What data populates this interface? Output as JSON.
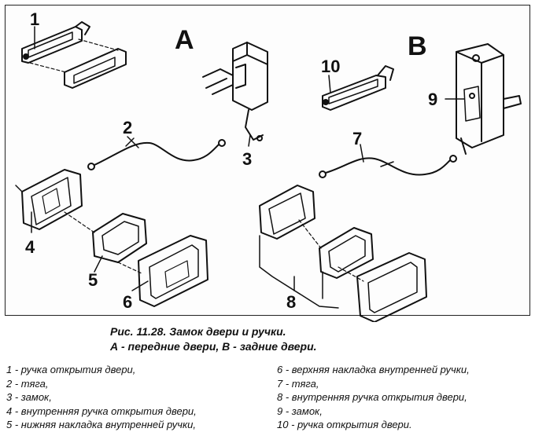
{
  "figure": {
    "section_labels": {
      "a": "A",
      "b": "B"
    },
    "part_labels": [
      "1",
      "2",
      "3",
      "4",
      "5",
      "6",
      "7",
      "8",
      "9",
      "10"
    ]
  },
  "caption": {
    "line1": "Рис. 11.28. Замок двери и ручки.",
    "line2": "А - передние двери, В - задние двери."
  },
  "legend": {
    "left": [
      "1 - ручка открытия двери,",
      "2 - тяга,",
      "3 - замок,",
      "4 - внутренняя ручка открытия двери,",
      "5 - нижняя накладка внутренней ручки,"
    ],
    "right": [
      "6 - верхняя накладка внутренней ручки,",
      "7 - тяга,",
      "8 - внутренняя ручка открытия двери,",
      "9 - замок,",
      "10 - ручка открытия двери."
    ]
  }
}
